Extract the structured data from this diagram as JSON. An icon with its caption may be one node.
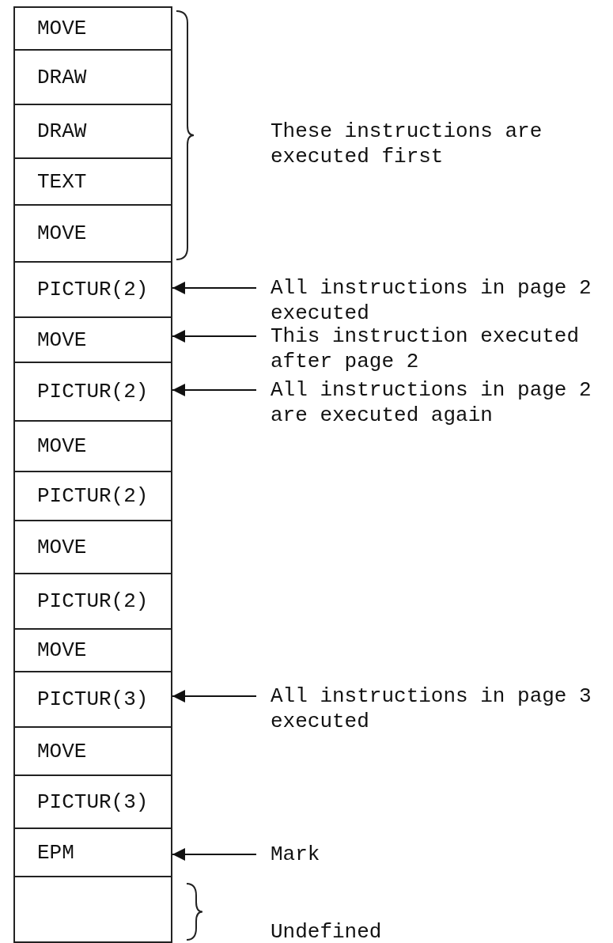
{
  "diagram": {
    "nodes": [
      {
        "text": [
          "MOVE"
        ]
      },
      {
        "text": [
          "DRAW"
        ]
      },
      {
        "text": [
          "DRAW"
        ]
      },
      {
        "text": [
          "TEXT"
        ]
      },
      {
        "text": [
          "MOVE"
        ]
      },
      {
        "text": [
          "PICTUR(2)"
        ]
      },
      {
        "text": [
          "MOVE"
        ]
      },
      {
        "text": [
          "PICTUR(2)"
        ]
      },
      {
        "text": [
          "MOVE"
        ]
      },
      {
        "text": [
          "PICTUR(2)"
        ]
      },
      {
        "text": [
          "MOVE"
        ]
      },
      {
        "text": [
          "PICTUR(2)"
        ]
      },
      {
        "text": [
          "MOVE"
        ]
      },
      {
        "text": [
          "PICTUR(3)"
        ]
      },
      {
        "text": [
          "MOVE"
        ]
      },
      {
        "text": [
          "PICTUR(3)"
        ]
      },
      {
        "text": [
          "EPM"
        ]
      },
      {
        "text": [],
        "shape": "box"
      },
      {
        "text": [
          "All instructions in page 2 executed"
        ]
      },
      {
        "text": [
          "This instruction executed after page 2"
        ]
      },
      {
        "text": [
          "All instructions in page 2 are executed again"
        ]
      },
      {
        "text": [
          "All instructions in page 3 executed"
        ]
      },
      {
        "text": [
          "Mark"
        ]
      }
    ],
    "edges": [
      {
        "from": 18,
        "to": 5,
        "arrow": "to"
      },
      {
        "from": 19,
        "to": 6,
        "arrow": "to"
      },
      {
        "from": 20,
        "to": 7,
        "arrow": "to"
      },
      {
        "from": 21,
        "to": 13,
        "arrow": "to"
      },
      {
        "from": 22,
        "to": 16,
        "arrow": "to"
      }
    ],
    "labels": [
      "These instructions are executed first",
      "Undefined"
    ]
  }
}
